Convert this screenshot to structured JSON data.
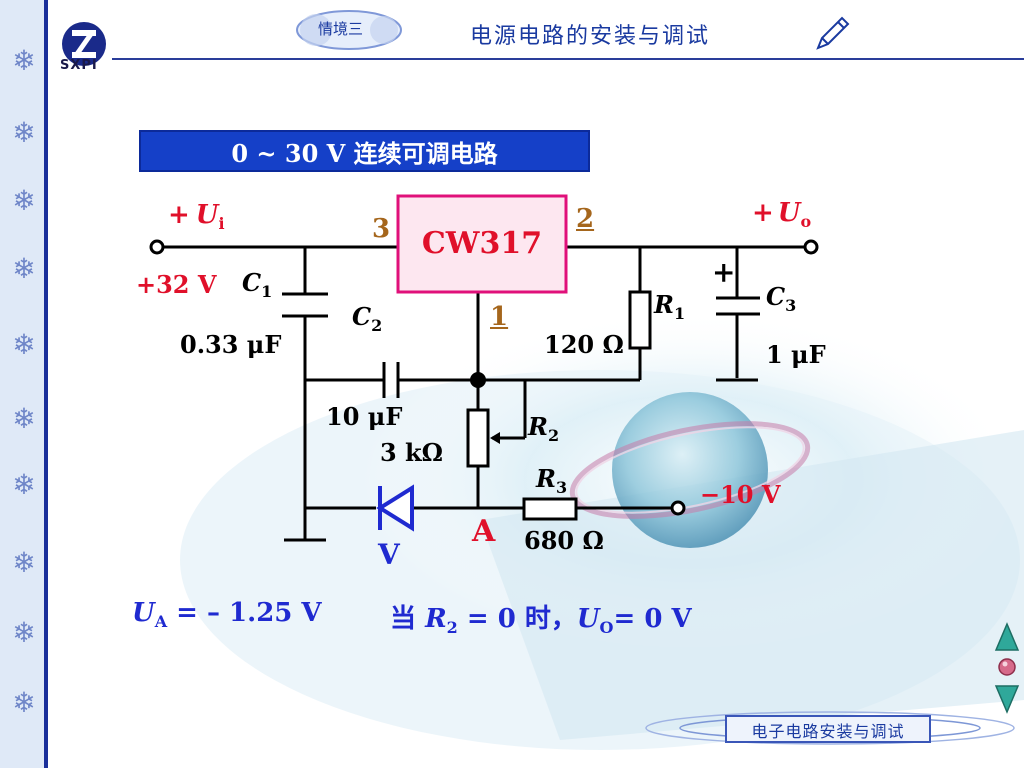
{
  "header": {
    "logo_text": "SXPI",
    "badge_label": "情境三",
    "title": "电源电路的安装与调试"
  },
  "diagram": {
    "title": "0 ~ 30 V 连续可调电路",
    "ic": "CW317",
    "pins": {
      "input": "3",
      "output": "2",
      "adjust": "1"
    },
    "input": {
      "sign": "+",
      "symbol": "U",
      "sub": "i",
      "voltage": "+32 V"
    },
    "output": {
      "sign": "+",
      "symbol": "U",
      "sub": "o"
    },
    "c1": {
      "symbol": "C",
      "sub": "1",
      "value": "0.33 μF"
    },
    "c2": {
      "symbol": "C",
      "sub": "2",
      "value": "10 μF"
    },
    "c3": {
      "symbol": "C",
      "sub": "3",
      "value": "1 μF",
      "polarity": "+"
    },
    "r1": {
      "symbol": "R",
      "sub": "1",
      "value": "120 Ω"
    },
    "r2": {
      "symbol": "R",
      "sub": "2",
      "value": "3 kΩ"
    },
    "r3": {
      "symbol": "R",
      "sub": "3",
      "value": "680 Ω"
    },
    "neg_supply": "−10 V",
    "diode_label": "V",
    "node_a": "A"
  },
  "equations": {
    "ua_symbol": "U",
    "ua_sub": "A",
    "ua_value": " = – 1.25 V",
    "cond_prefix": "当 ",
    "cond_symbol": "R",
    "cond_sub": "2",
    "cond_mid": " = 0 时，",
    "uo_symbol": "U",
    "uo_sub": "O",
    "uo_value": "= 0 V"
  },
  "footer": {
    "course": "电子电路安装与调试"
  },
  "colors": {
    "sidebar_border": "#1a2f9a",
    "title_bg": "#1540c8",
    "label_red": "#e0102a",
    "label_blue": "#1f2ad0",
    "pin_brown": "#a5661c",
    "ic_border": "#e0107a",
    "ic_fill": "#fde7f0"
  }
}
